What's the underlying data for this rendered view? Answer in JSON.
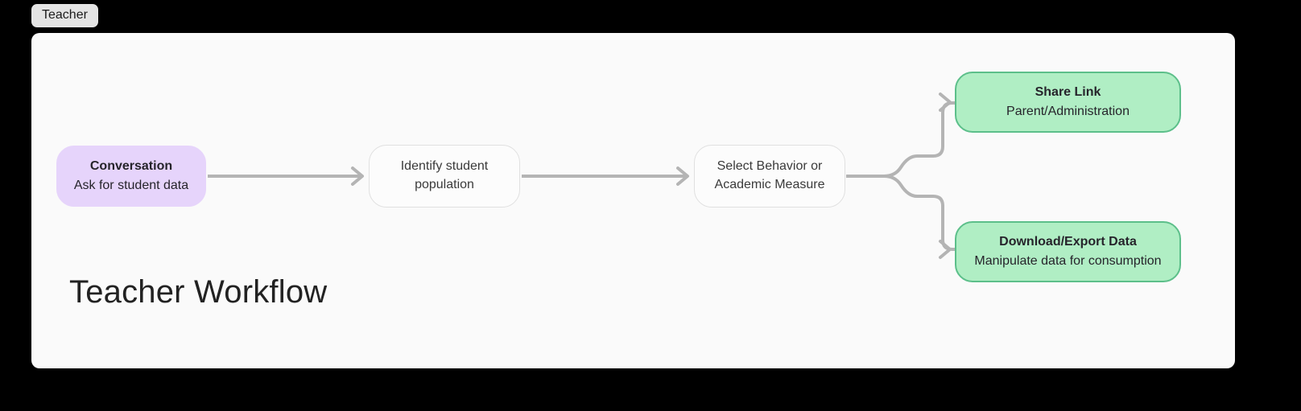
{
  "tab": {
    "label": "Teacher"
  },
  "heading": "Teacher Workflow",
  "colors": {
    "page_background": "#000000",
    "canvas_background": "#fafafa",
    "tab_background": "#e4e4e4",
    "purple_node_fill": "#e6d4fb",
    "plain_node_fill": "#fcfcfc",
    "plain_node_border": "#e0e0e0",
    "green_node_fill": "#b0eec4",
    "green_node_border": "#5cbf8a",
    "connector": "#b4b4b4",
    "text": "#26242b"
  },
  "nodes": {
    "conversation": {
      "title": "Conversation",
      "subtitle": "Ask for student data"
    },
    "identify": {
      "line1": "Identify student",
      "line2": "population"
    },
    "select_measure": {
      "line1": "Select Behavior or",
      "line2": "Academic Measure"
    },
    "share_link": {
      "title": "Share Link",
      "subtitle": "Parent/Administration"
    },
    "download_export": {
      "title": "Download/Export Data",
      "subtitle": "Manipulate data for consumption"
    }
  },
  "connectors": [
    {
      "name": "conversation-to-identify",
      "type": "straight-arrow"
    },
    {
      "name": "identify-to-select",
      "type": "straight-arrow"
    },
    {
      "name": "select-to-share-link",
      "type": "branch-up-arrow"
    },
    {
      "name": "select-to-download-export",
      "type": "branch-down-arrow"
    }
  ]
}
